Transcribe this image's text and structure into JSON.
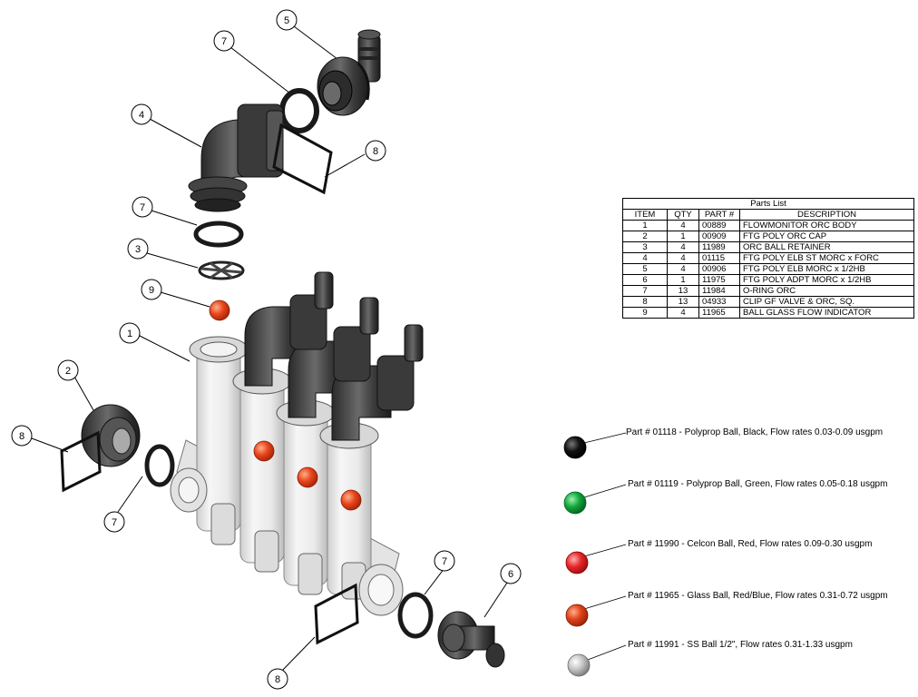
{
  "parts_list": {
    "title": "Parts List",
    "headers": [
      "ITEM",
      "QTY",
      "PART #",
      "DESCRIPTION"
    ],
    "rows": [
      [
        "1",
        "4",
        "00889",
        "FLOWMONITOR ORC BODY"
      ],
      [
        "2",
        "1",
        "00909",
        "FTG POLY ORC CAP"
      ],
      [
        "3",
        "4",
        "11989",
        "ORC BALL RETAINER"
      ],
      [
        "4",
        "4",
        "01115",
        "FTG POLY ELB ST MORC x FORC"
      ],
      [
        "5",
        "4",
        "00906",
        "FTG POLY ELB MORC x 1/2HB"
      ],
      [
        "6",
        "1",
        "11975",
        "FTG POLY ADPT MORC x 1/2HB"
      ],
      [
        "7",
        "13",
        "11984",
        "O-RING ORC"
      ],
      [
        "8",
        "13",
        "04933",
        "CLIP GF VALVE & ORC, SQ."
      ],
      [
        "9",
        "4",
        "11965",
        "BALL GLASS FLOW INDICATOR"
      ]
    ]
  },
  "callouts": [
    {
      "id": "5",
      "label": "5"
    },
    {
      "id": "7a",
      "label": "7"
    },
    {
      "id": "4",
      "label": "4"
    },
    {
      "id": "8a",
      "label": "8"
    },
    {
      "id": "7b",
      "label": "7"
    },
    {
      "id": "3",
      "label": "3"
    },
    {
      "id": "9",
      "label": "9"
    },
    {
      "id": "1",
      "label": "1"
    },
    {
      "id": "2",
      "label": "2"
    },
    {
      "id": "8b",
      "label": "8"
    },
    {
      "id": "7c",
      "label": "7"
    },
    {
      "id": "7d",
      "label": "7"
    },
    {
      "id": "6",
      "label": "6"
    },
    {
      "id": "8c",
      "label": "8"
    }
  ],
  "balls": [
    {
      "label": "Part # 01118 - Polyprop Ball, Black, Flow rates 0.03-0.09 usgpm",
      "color": "#111111"
    },
    {
      "label": "Part # 01119 - Polyprop Ball, Green, Flow rates 0.05-0.18 usgpm",
      "color": "#12a83a"
    },
    {
      "label": "Part # 11990 - Celcon Ball, Red, Flow rates 0.09-0.30 usgpm",
      "color": "#e8262a"
    },
    {
      "label": "Part # 11965 - Glass Ball, Red/Blue, Flow rates 0.31-0.72 usgpm",
      "color": "#e0401a"
    },
    {
      "label": "Part # 11991 - SS Ball 1/2\", Flow rates 0.31-1.33 usgpm",
      "color": "#b8b8b8"
    }
  ]
}
